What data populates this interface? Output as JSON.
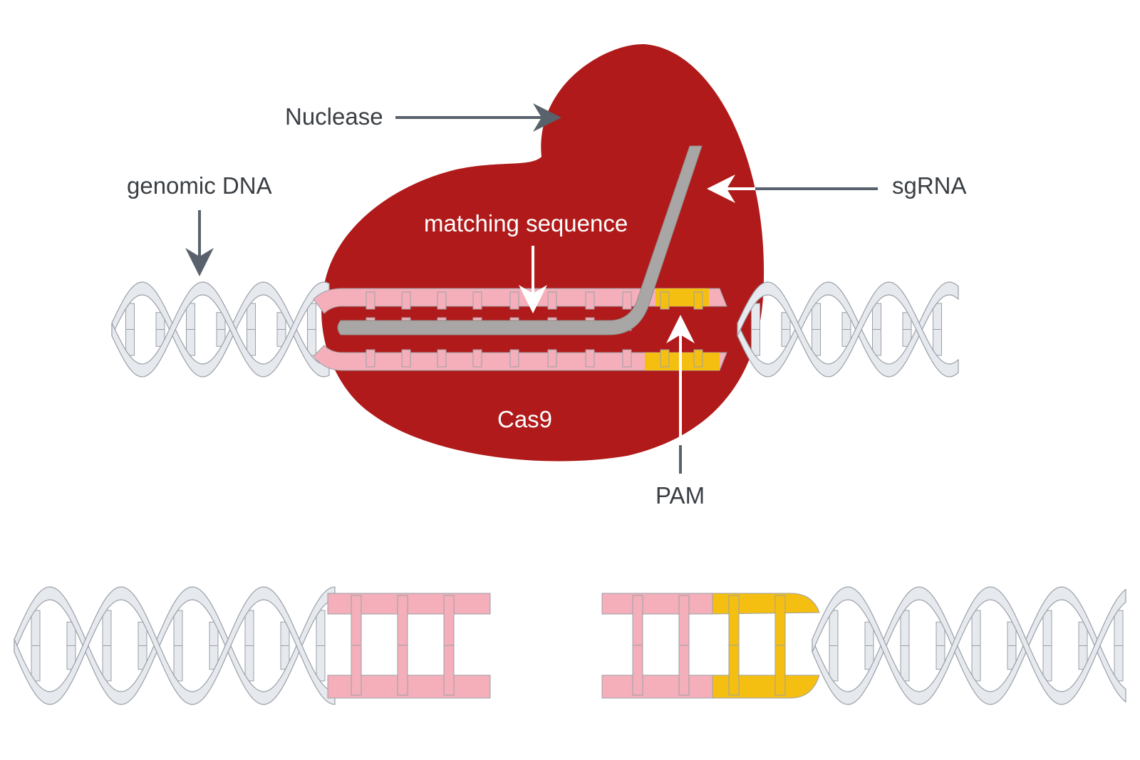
{
  "labels": {
    "nuclease": "Nuclease",
    "genomic_dna": "genomic DNA",
    "sgrna": "sgRNA",
    "matching_sequence": "matching sequence",
    "cas9": "Cas9",
    "pam": "PAM"
  },
  "colors": {
    "cas9_protein": "#b01a1a",
    "dna_backbone": "#e6e9ee",
    "dna_outline": "#9aa0a8",
    "target_strand": "#f4afba",
    "pam": "#f5bf12",
    "sgrna": "#a9a7a5",
    "arrow_dark": "#59626c",
    "arrow_light": "#ffffff"
  },
  "icons": {
    "genomic_dna": "dna-double-helix-icon",
    "cas9": "cas9-protein-blob-icon"
  }
}
